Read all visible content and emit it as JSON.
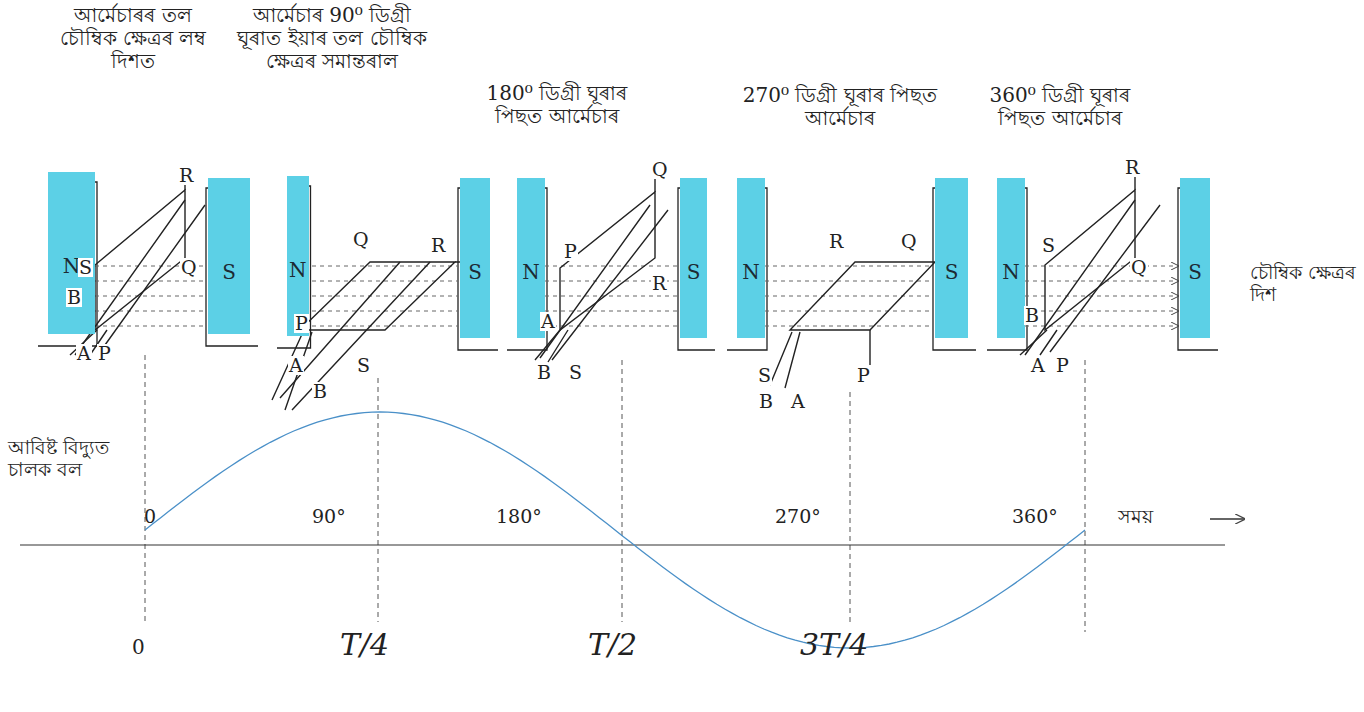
{
  "diagram": {
    "nodes": [
      {
        "text": [
          "N"
        ]
      },
      {
        "text": [
          "S"
        ]
      },
      {
        "text": [
          "N"
        ]
      },
      {
        "text": [
          "S"
        ]
      },
      {
        "text": [
          "N"
        ]
      },
      {
        "text": [
          "S"
        ]
      },
      {
        "text": [
          "N"
        ]
      },
      {
        "text": [
          "S"
        ]
      },
      {
        "text": [
          "N"
        ]
      },
      {
        "text": [
          "S"
        ]
      }
    ],
    "labels": [
      "আৰ্মেচাৰৰ তল চৌম্বিক ক্ষেত্ৰৰ লম্ব দিশত",
      "আৰ্মেচাৰ 90⁰ ডিগ্ৰী ঘূৰাত ইয়াৰ তল চৌম্বিক ক্ষেত্ৰৰ সমান্তৰাল",
      "180⁰ ডিগ্ৰী ঘূৰাৰ পিছত আৰ্মেচাৰ",
      "270⁰ ডিগ্ৰী ঘূৰাৰ পিছত আৰ্মেচাৰ",
      "360⁰ ডিগ্ৰী ঘূৰাৰ পিছত আৰ্মেচাৰ",
      "চৌম্বিক ক্ষেত্ৰৰ দিশ",
      "R",
      "S",
      "Q",
      "B",
      "A",
      "P",
      "Q",
      "R",
      "P",
      "A",
      "B",
      "S",
      "Q",
      "P",
      "R",
      "A",
      "B",
      "S",
      "R",
      "Q",
      "S",
      "B",
      "A",
      "P",
      "R",
      "S",
      "Q",
      "B",
      "A",
      "P",
      "আবিষ্ট বিদ্যুত চালক বল",
      "0",
      "90°",
      "180°",
      "270°",
      "360°",
      "সময়",
      "0",
      "T/4",
      "T/2",
      "3T/4"
    ]
  }
}
